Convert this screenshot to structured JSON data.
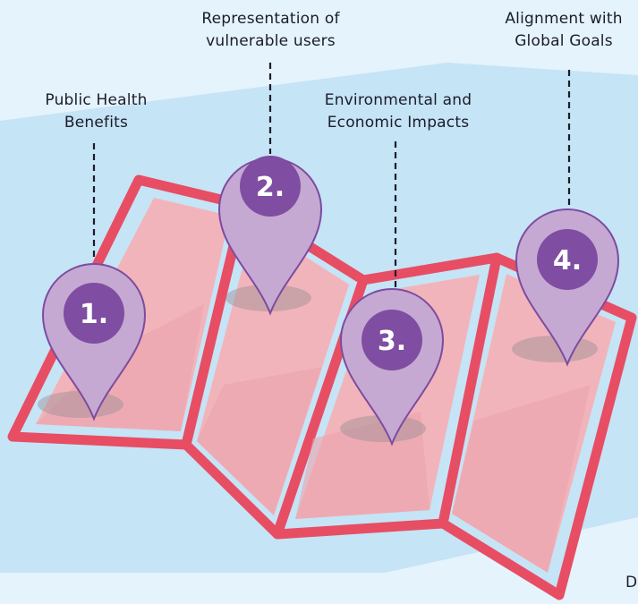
{
  "colors": {
    "background": "#e4f3fc",
    "band": "#c5e4f6",
    "map_border": "#e74e64",
    "map_fill": "#f2b4bb",
    "pin_fill": "#c5a9d2",
    "pin_stroke": "#7d4ba0",
    "badge": "#7f4da2"
  },
  "markers": [
    {
      "number": "1.",
      "label_lines": [
        "Public Health",
        "Benefits"
      ]
    },
    {
      "number": "2.",
      "label_lines": [
        "Representation of",
        "vulnerable users"
      ]
    },
    {
      "number": "3.",
      "label_lines": [
        "Environmental and",
        "Economic Impacts"
      ]
    },
    {
      "number": "4.",
      "label_lines": [
        "Alignment with",
        "Global Goals"
      ]
    }
  ],
  "corner_text": "D"
}
